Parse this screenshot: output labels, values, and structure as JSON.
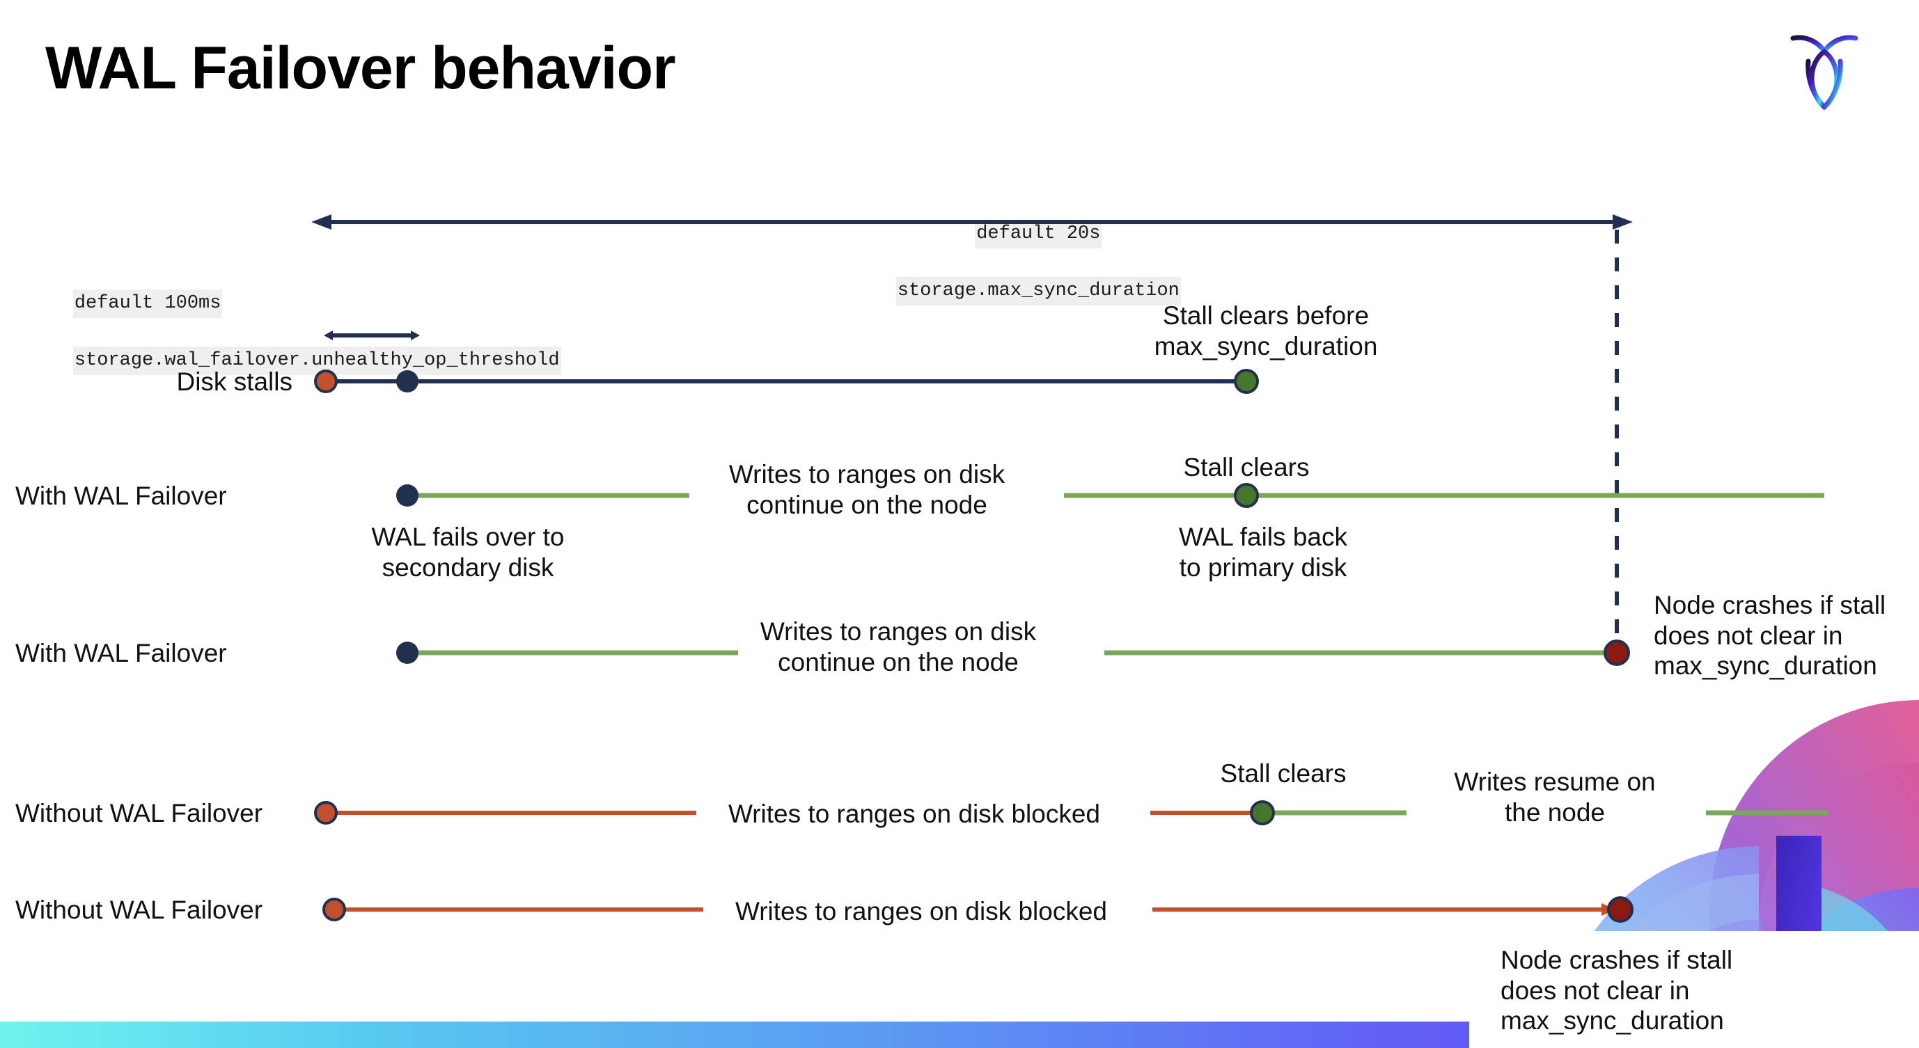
{
  "slide": {
    "title": "WAL Failover behavior",
    "logo_name": "cockroachdb-logo"
  },
  "settings": [
    {
      "id": "max-sync-duration",
      "default_line": "default 20s",
      "setting_line": "storage.max_sync_duration"
    },
    {
      "id": "unhealthy-op-threshold",
      "default_line": "default 100ms",
      "setting_line": "storage.wal_failover.unhealthy_op_threshold"
    }
  ],
  "rows": [
    {
      "id": "disk-stalls",
      "label": "Disk stalls"
    },
    {
      "id": "with-wal-failover-1",
      "label": "With WAL Failover"
    },
    {
      "id": "with-wal-failover-2",
      "label": "With WAL Failover"
    },
    {
      "id": "without-wal-failover-1",
      "label": "Without WAL Failover"
    },
    {
      "id": "without-wal-failover-2",
      "label": "Without WAL Failover"
    }
  ],
  "annotations": {
    "stall_clears_before": "Stall clears before\nmax_sync_duration",
    "stall_clears_1": "Stall clears",
    "stall_clears_2": "Stall clears",
    "wal_fails_over": "WAL fails over to\nsecondary disk",
    "wal_fails_back": "WAL fails  back\nto primary disk",
    "writes_continue_1": "Writes to ranges on disk\ncontinue on the node",
    "writes_continue_2": "Writes to ranges on disk\ncontinue on the node",
    "node_crashes_1": "Node crashes if stall\ndoes not clear in\nmax_sync_duration",
    "node_crashes_2": "Node crashes if stall\ndoes not clear in\nmax_sync_duration",
    "writes_blocked_1": "Writes to ranges on disk  blocked",
    "writes_blocked_2": "Writes to ranges on disk  blocked",
    "writes_resume": "Writes resume on\nthe node"
  },
  "colors": {
    "navy": "#22304f",
    "green_line": "#7aa85b",
    "green_marker": "#45762c",
    "orange": "#c1502e",
    "dark_red": "#8b1a12",
    "code_bg": "#efefef",
    "gradient_start": "#6ff3ef",
    "gradient_end": "#6a3df5"
  }
}
